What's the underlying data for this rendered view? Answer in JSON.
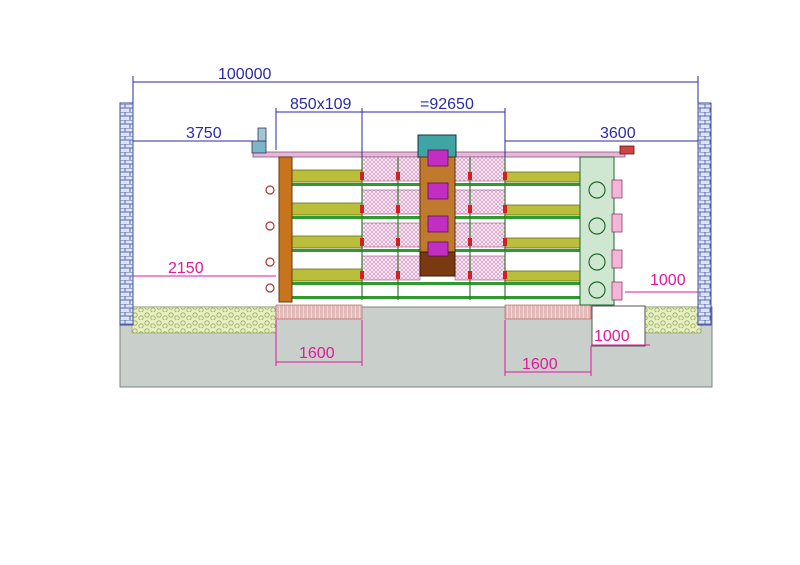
{
  "colors": {
    "dim_blue": "#2a2aa8",
    "dim_magenta": "#e2199a",
    "ground": "#c9d0cc",
    "brick": "#5a6fb2",
    "gravel": "#dfe9b4",
    "frame_brown": "#c8741c",
    "cage_olive": "#9aa12a",
    "cage_green": "#2f9a2f",
    "tower_cyan": "#3fa4a4",
    "box_magenta": "#c22ec2",
    "gear_green": "#2e8f3a"
  },
  "dimensions": {
    "total_length": "100000",
    "cage_spec": "850x109",
    "row_length": "=92650",
    "left_end": "3750",
    "right_end": "3600",
    "left_floor": "2150",
    "right_gap": "1000",
    "pit_width": "1000",
    "left_pit": "1600",
    "right_pit": "1600"
  }
}
